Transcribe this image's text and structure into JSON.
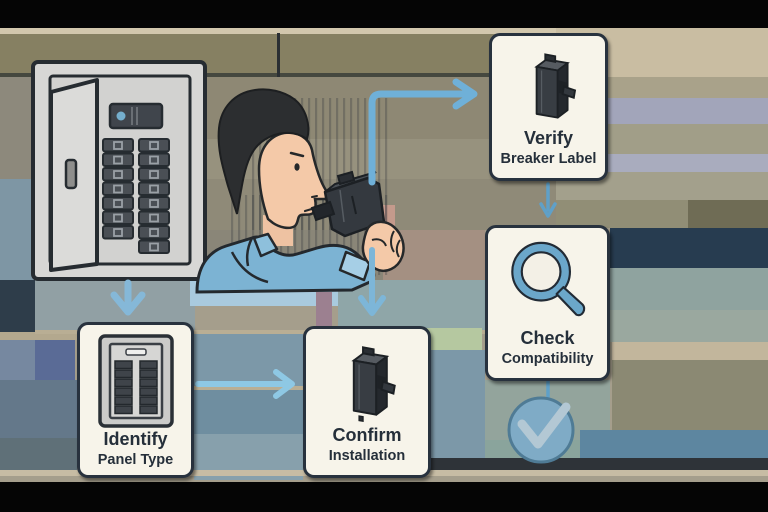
{
  "cards": {
    "verify": {
      "line1": "Verify",
      "line2": "Breaker Label",
      "icon": "circuit-breaker-icon"
    },
    "check": {
      "line1": "Check",
      "line2": "Compatibility",
      "icon": "magnifier-icon"
    },
    "identify": {
      "line1": "Identify",
      "line2": "Panel Type",
      "icon": "electrical-panel-icon"
    },
    "confirm": {
      "line1": "Confirm",
      "line2": "Installation",
      "icon": "circuit-breaker-icon"
    }
  },
  "completion": {
    "icon": "checkmark-circle"
  },
  "illustration": {
    "elements": [
      "electrical-panel-with-open-door",
      "technician-holding-breaker",
      "flow-arrows"
    ],
    "colors": {
      "card_bg": "#f7f4ea",
      "card_border": "#28323e",
      "text": "#252f3a",
      "arrow_blue": "#7db6d8",
      "check_circle_fill": "#7fabc6",
      "magnifier_blue": "#6ba7ca",
      "shirt_blue": "#7cb3d3",
      "skin": "#f4c9a8",
      "breaker_dark": "#34393f",
      "panel_gray": "#d7d7d5",
      "letterbox": "#000000"
    }
  }
}
